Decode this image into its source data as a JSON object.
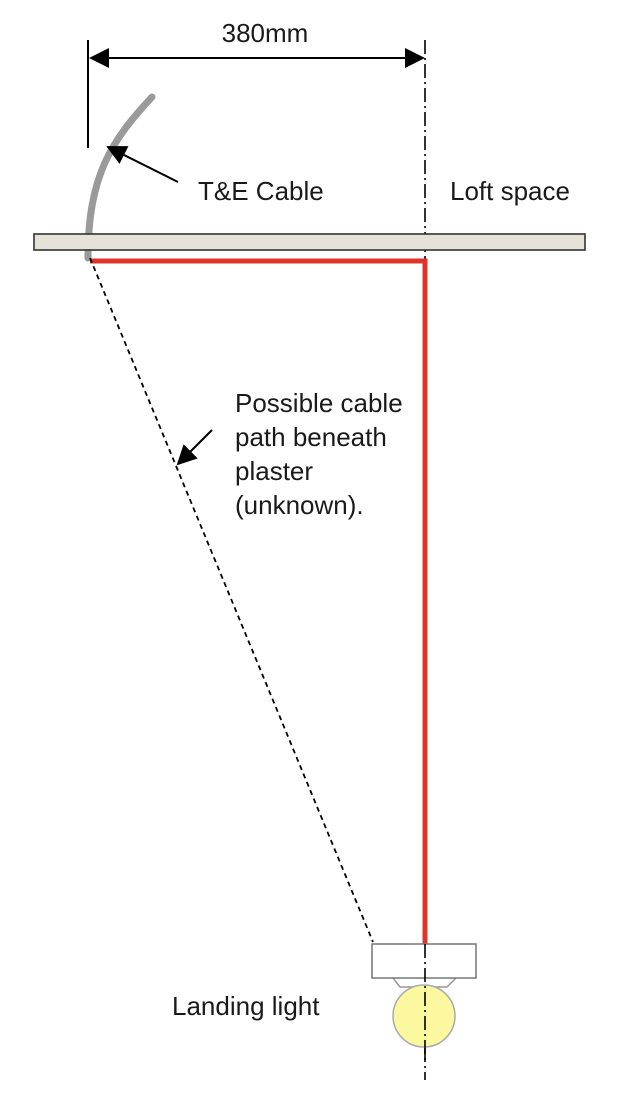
{
  "dimension_label": "380mm",
  "labels": {
    "cable": "T&E Cable",
    "loft": "Loft space",
    "possible_path": [
      "Possible cable",
      "path beneath",
      "plaster",
      "(unknown)."
    ],
    "landing_light": "Landing light"
  },
  "colors": {
    "proposed_route": "#e0342a",
    "cable": "#9a9a9a",
    "ceiling_fill": "#e7e2d8",
    "bulb": "#fbf8a0"
  }
}
